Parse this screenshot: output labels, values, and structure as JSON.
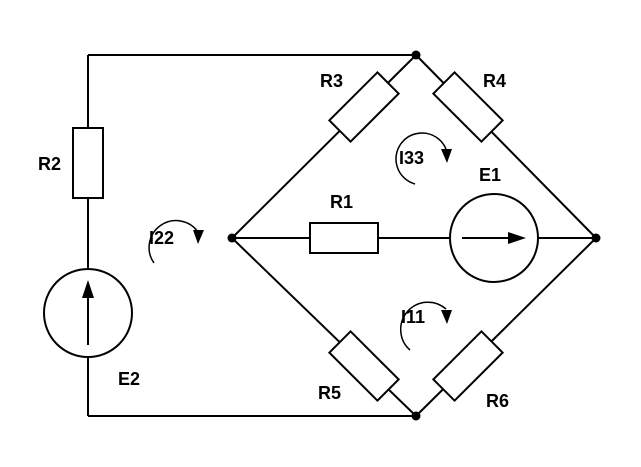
{
  "resistors": {
    "r1": "R1",
    "r2": "R2",
    "r3": "R3",
    "r4": "R4",
    "r5": "R5",
    "r6": "R6"
  },
  "sources": {
    "e1": "E1",
    "e2": "E2"
  },
  "loop_currents": {
    "i11": "I11",
    "i22": "I22",
    "i33": "I33"
  }
}
